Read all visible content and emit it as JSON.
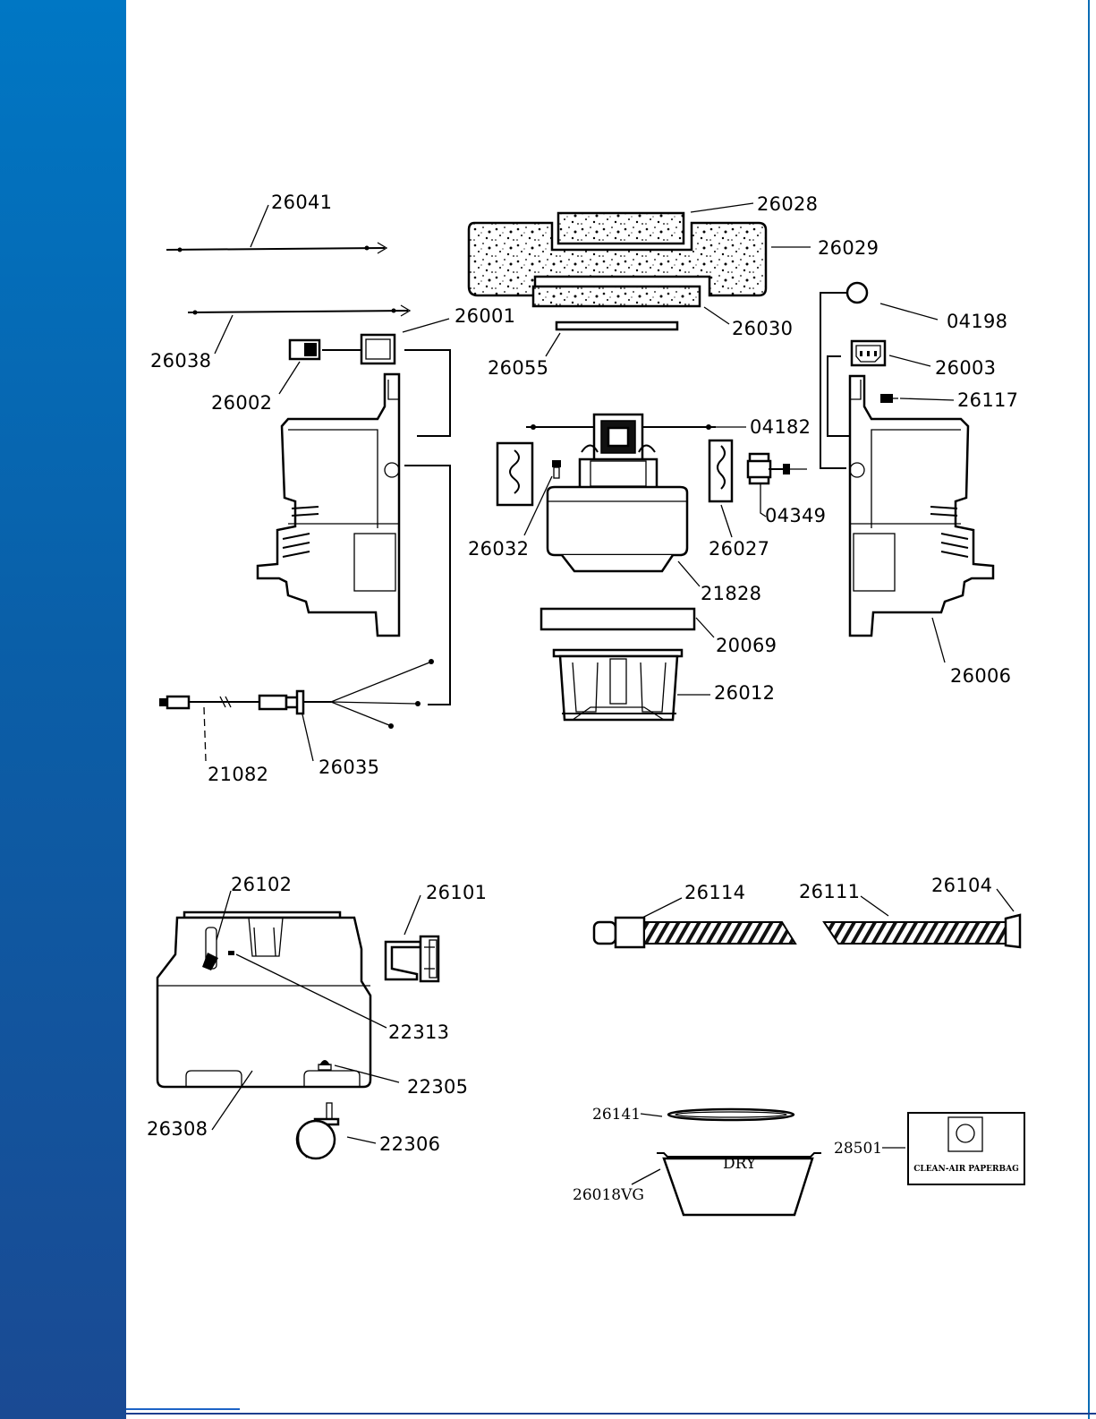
{
  "labels": {
    "p26041": "26041",
    "p26038": "26038",
    "p26001": "26001",
    "p26002": "26002",
    "p26028": "26028",
    "p26029": "26029",
    "p26030": "26030",
    "p26055": "26055",
    "p04198": "04198",
    "p26003": "26003",
    "p26117": "26117",
    "p04182": "04182",
    "p04349": "04349",
    "p26032": "26032",
    "p26027": "26027",
    "p21828": "21828",
    "p20069": "20069",
    "p26012": "26012",
    "p26006": "26006",
    "p21082": "21082",
    "p26035": "26035",
    "p26102": "26102",
    "p26101": "26101",
    "p22313": "22313",
    "p22305": "22305",
    "p26308": "26308",
    "p22306": "22306",
    "p26114": "26114",
    "p26111": "26111",
    "p26104": "26104",
    "p26141": "26141",
    "p26018VG": "26018VG",
    "p28501": "28501"
  },
  "annotations": {
    "dry": "DRY",
    "bag": "CLEAN-AIR PAPERBAG"
  },
  "colors": {
    "band_top": "#0077c4",
    "band_bottom": "#1a4a93",
    "rule": "#0b6cb5"
  }
}
